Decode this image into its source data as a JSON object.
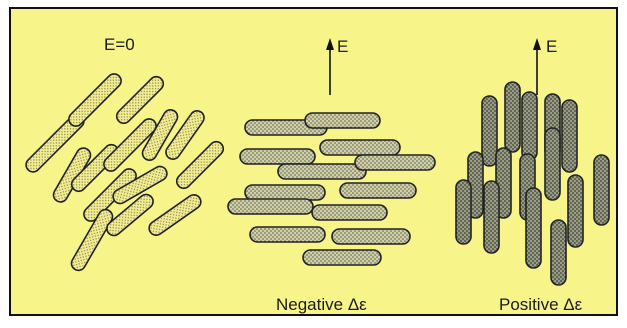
{
  "colors": {
    "background": "#f7f58a",
    "frame": "#111111",
    "rod_light": "#f4ee94",
    "rod_medium": "#c9c9a2",
    "rod_dark": "#8d907a",
    "rod_outline": "#222222"
  },
  "panels": [
    {
      "id": "no-field",
      "field_label": "E=0",
      "caption": ""
    },
    {
      "id": "negative",
      "field_label": "E",
      "caption": "Negative Δε"
    },
    {
      "id": "positive",
      "field_label": "E",
      "caption": "Positive Δε"
    }
  ]
}
